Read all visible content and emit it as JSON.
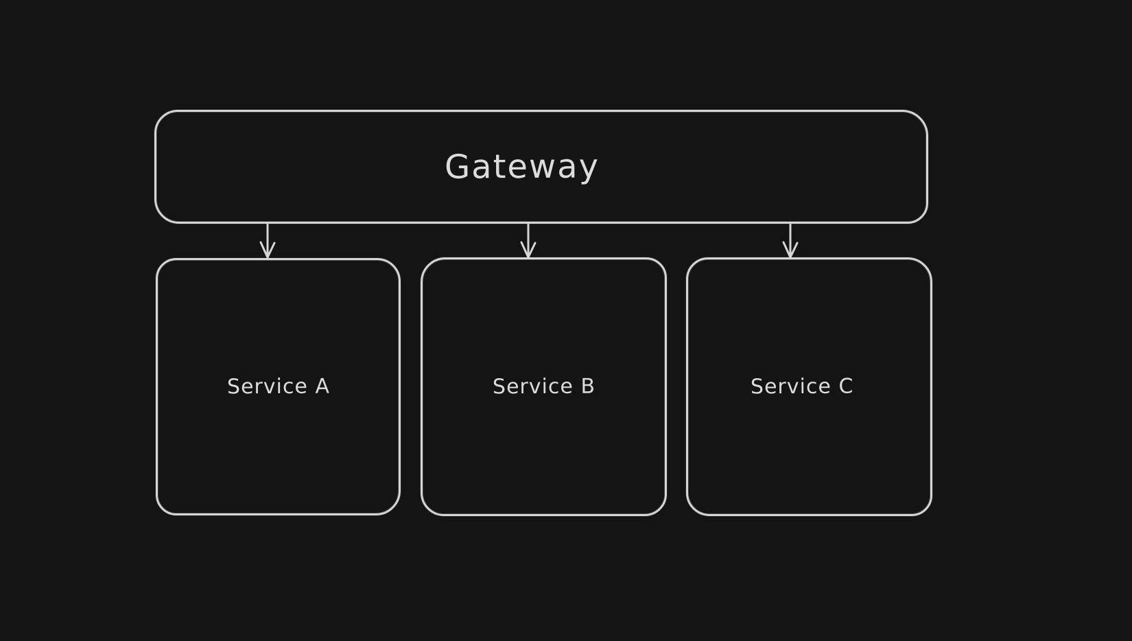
{
  "canvas": {
    "background_color": "#141414",
    "stroke_color": "#d6d6d6",
    "text_color": "#dcdcdc"
  },
  "diagram": {
    "type": "flowchart",
    "style": "hand-drawn-whiteboard",
    "nodes": [
      {
        "id": "gateway",
        "label": "Gateway",
        "shape": "rounded-rectangle"
      },
      {
        "id": "service-a",
        "label": "Service A",
        "shape": "rounded-rectangle"
      },
      {
        "id": "service-b",
        "label": "Service B",
        "shape": "rounded-rectangle"
      },
      {
        "id": "service-c",
        "label": "Service C",
        "shape": "rounded-rectangle"
      }
    ],
    "edges": [
      {
        "from": "Gateway",
        "to": "Service A",
        "direction": "down",
        "arrowhead": "v"
      },
      {
        "from": "Gateway",
        "to": "Service B",
        "direction": "down",
        "arrowhead": "v"
      },
      {
        "from": "Gateway",
        "to": "Service C",
        "direction": "down",
        "arrowhead": "v"
      }
    ]
  }
}
